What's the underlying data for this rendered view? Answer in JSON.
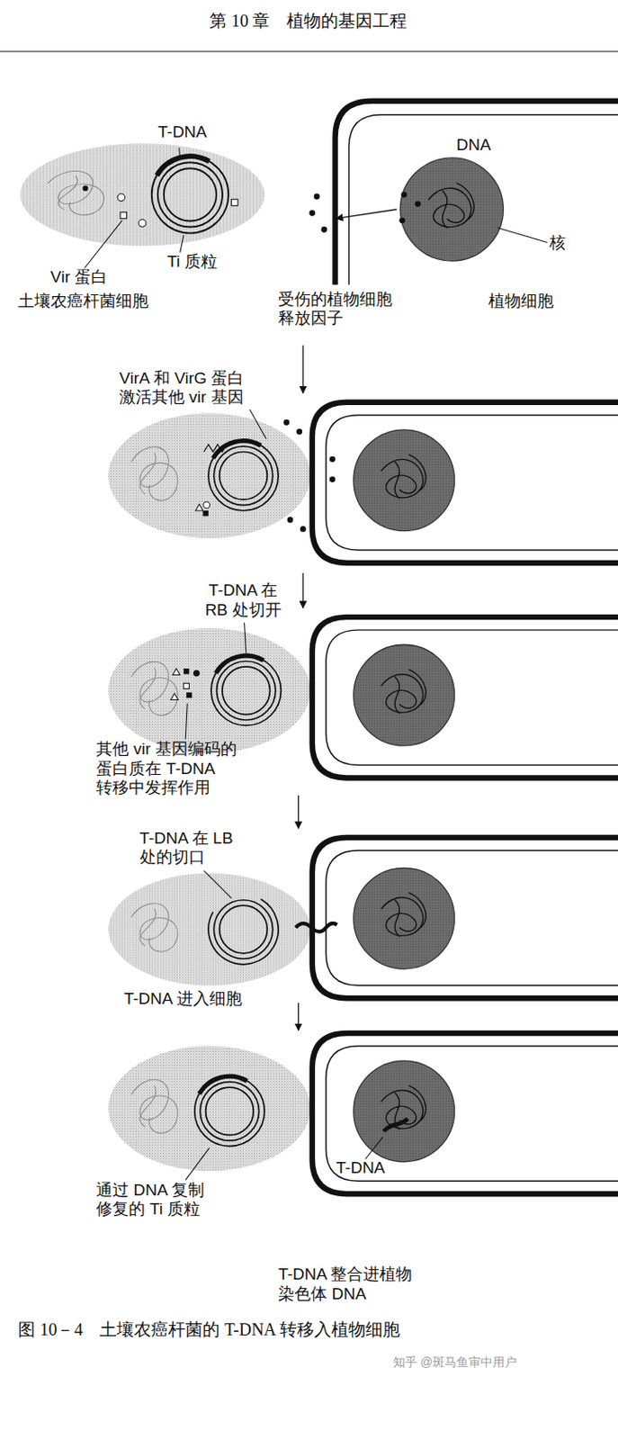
{
  "diagram": {
    "caption": "图 10－4　土壤农癌杆菌的 T-DNA 转移入植物细胞",
    "labels": [
      "第 10 章　植物的基因工程",
      "T-DNA",
      "DNA",
      "Vir 蛋白",
      "Ti 质粒",
      "核",
      "土壤农癌杆菌细胞",
      "受伤的植物细胞 释放因子",
      "植物细胞",
      "VirA 和 VirG 蛋白 激活其他 vir 基因",
      "T-DNA 在 RB 处切开",
      "其他 vir 基因编码的 蛋白质在 T-DNA 转移中发挥作用",
      "T-DNA 在 LB 处的切口",
      "T-DNA 进入细胞",
      "通过 DNA 复制 修复的 Ti 质粒",
      "T-DNA",
      "T-DNA 整合进植物 染色体 DNA",
      "知乎 @斑马鱼审中用户"
    ]
  }
}
